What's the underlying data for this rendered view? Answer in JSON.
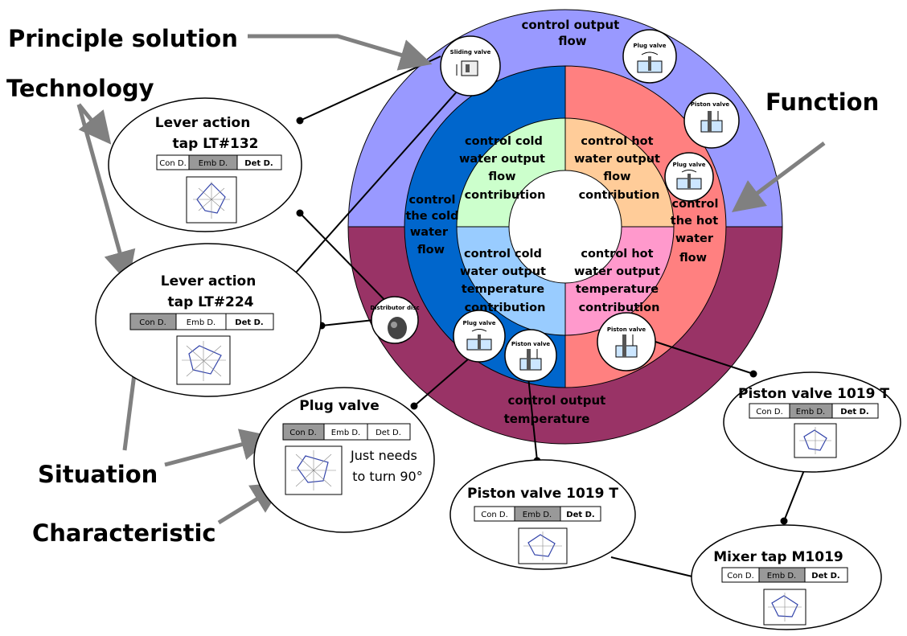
{
  "labels": {
    "principle_solution": "Principle solution",
    "technology": "Technology",
    "function": "Function",
    "situation": "Situation",
    "characteristic": "Characteristic"
  },
  "rings": {
    "output_flow": [
      "control output",
      "flow"
    ],
    "output_temperature": [
      "control output",
      "temperature"
    ],
    "cold_flow": [
      "control",
      "the cold",
      "water",
      "flow"
    ],
    "hot_flow": [
      "control",
      "the hot",
      "water",
      "flow"
    ]
  },
  "quadrants": {
    "cold_flow_contrib": [
      "control cold",
      "water output",
      "flow",
      "contribution"
    ],
    "hot_flow_contrib": [
      "control hot",
      "water output",
      "flow",
      "contribution"
    ],
    "cold_temp_contrib": [
      "control cold",
      "water output",
      "temperature",
      "contribution"
    ],
    "hot_temp_contrib": [
      "control hot",
      "water output",
      "temperature",
      "contribution"
    ]
  },
  "mini_icons": {
    "sliding_valve": "Sliding valve",
    "plug_valve": "Plug valve",
    "piston_valve": "Piston valve",
    "distributor_disc": "Distributor disc"
  },
  "table_cells": {
    "con": "Con D.",
    "emb": "Emb D.",
    "det": "Det D."
  },
  "ellipses": {
    "lt132": [
      "Lever action",
      "tap LT#132"
    ],
    "lt224": [
      "Lever action",
      "tap LT#224"
    ],
    "plug": [
      "Plug valve"
    ],
    "piston_a": [
      "Piston valve 1019 T"
    ],
    "piston_b": [
      "Piston valve 1019 T"
    ],
    "mixer": [
      "Mixer tap M1019"
    ]
  },
  "note": [
    "Just needs",
    "to turn 90°"
  ],
  "colors": {
    "output_flow": "#9999ff",
    "output_temperature": "#993366",
    "cold_blue": "#0066cc",
    "hot_red": "#ff8080",
    "cold_flow_contrib": "#ccffcc",
    "hot_flow_contrib": "#ffcc99",
    "cold_temp_contrib": "#99ccff",
    "hot_temp_contrib": "#ff99cc",
    "arrow_gray": "#808080",
    "highlight_cell": "#999999"
  }
}
